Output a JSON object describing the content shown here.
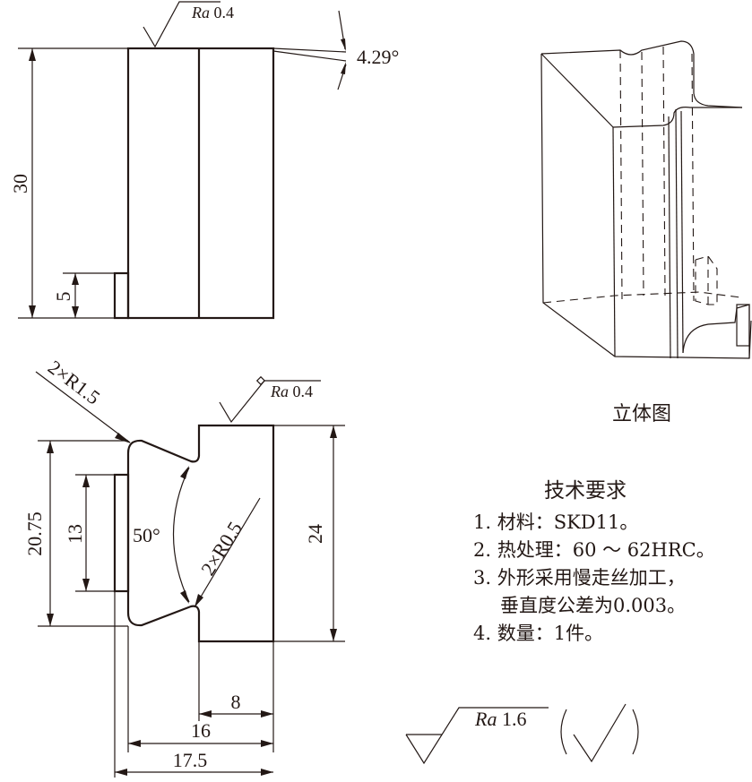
{
  "top_view": {
    "roughness": {
      "label": "Ra",
      "value": "0.4"
    },
    "angle": "4.29°",
    "height": "30",
    "step": "5"
  },
  "bottom_view": {
    "fillet_outer": "2×R1.5",
    "fillet_inner": "2×R0.5",
    "roughness": {
      "label": "Ra",
      "value": "0.4"
    },
    "left_height": "20.75",
    "slot_height": "13",
    "angle": "50°",
    "height": "24",
    "width_8": "8",
    "width_16": "16",
    "width_17_5": "17.5"
  },
  "iso_caption": "立体图",
  "notes": {
    "title": "技术要求",
    "items": [
      {
        "num": "1.",
        "text": "材料：SKD11。"
      },
      {
        "num": "2.",
        "text": "热处理：60 ～ 62HRC。"
      },
      {
        "num": "3.",
        "text": "外形采用慢走丝加工，",
        "cont": "垂直度公差为0.003。"
      },
      {
        "num": "4.",
        "text": "数量：1件。"
      }
    ]
  },
  "general_roughness": {
    "label": "Ra",
    "value": "1.6"
  }
}
